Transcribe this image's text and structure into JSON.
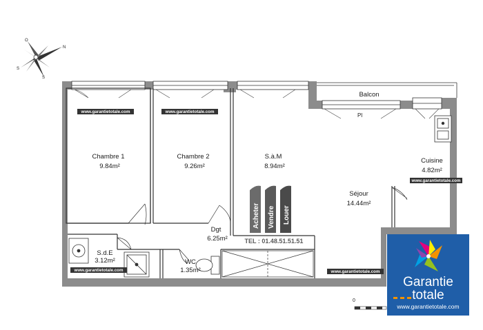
{
  "compass": {
    "n": "N",
    "o": "O",
    "s1": "S",
    "s2": "S"
  },
  "rooms": {
    "chambre1": {
      "name": "Chambre 1",
      "area": "9.84m²"
    },
    "chambre2": {
      "name": "Chambre 2",
      "area": "9.26m²"
    },
    "sam": {
      "name": "S.à.M",
      "area": "8.94m²"
    },
    "balcon": {
      "name": "Balcon"
    },
    "cuisine": {
      "name": "Cuisine",
      "area": "4.82m²"
    },
    "sejour": {
      "name": "Séjour",
      "area": "14.44m²"
    },
    "dgt": {
      "name": "Dgt",
      "area": "6.25m²"
    },
    "sde": {
      "name": "S.d.E",
      "area": "3.12m²"
    },
    "wc": {
      "name": "WC",
      "area": "1.35m²"
    },
    "pl": "Pl"
  },
  "watermark": "www.garantietotale.com",
  "flags": {
    "acheter": "Acheter",
    "vendre": "Vendre",
    "louer": "Louer"
  },
  "telephone": "TEL : 01.48.51.51.51",
  "scale": {
    "zero": "0"
  },
  "brand": {
    "line1": "Garantie",
    "line2": "totale",
    "url": "www.garantietotale.com"
  },
  "colors": {
    "wall": "#8c8c8c",
    "brand_blue": "#1f5ea8",
    "brand_orange": "#f39200"
  }
}
